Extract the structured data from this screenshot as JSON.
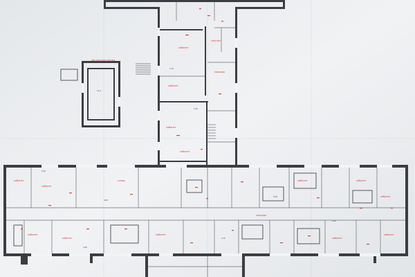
{
  "colors": {
    "paper": "#eceef1",
    "wall": "#3b3d42",
    "annotation": "#e0432b",
    "dimension": "#444444"
  },
  "plan": {
    "annex_label": "лестничная клетка",
    "annex_area": "12.4",
    "room_labels": [
      "кабинет",
      "кабинет",
      "коридор",
      "санузел",
      "кабинет",
      "кабинет",
      "кабинет",
      "кабинет",
      "склад",
      "кабинет",
      "кабинет",
      "кабинет",
      "кабинет",
      "кабинет",
      "кабинет",
      "коридор",
      "кабинет",
      "кабинет"
    ],
    "dims": [
      "6.20",
      "4.80",
      "3.15",
      "2.40",
      "5.60",
      "4.10",
      "3.90",
      "2.75"
    ]
  }
}
